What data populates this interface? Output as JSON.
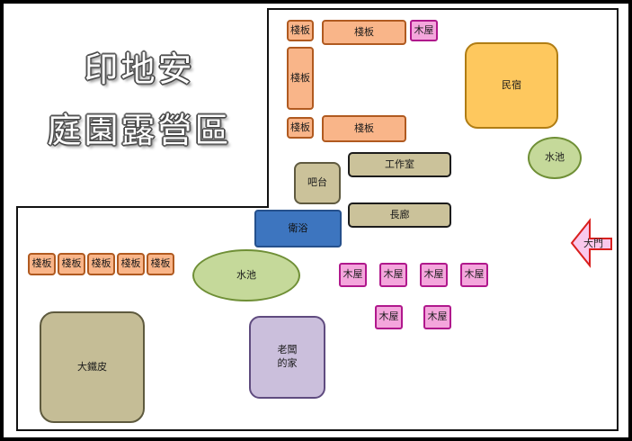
{
  "title": {
    "line1": "印地安",
    "line2": "庭園露營區"
  },
  "labels": {
    "deck": "棧板",
    "cabin": "木屋",
    "minsu": "民宿",
    "pond": "水池",
    "workshop": "工作室",
    "bar": "吧台",
    "bathroom": "衛浴",
    "corridor": "長廊",
    "iron_roof": "大鐵皮",
    "boss_home_line1": "老闆",
    "boss_home_line2": "的家",
    "gate": "大門"
  },
  "colors": {
    "deck": "#f9b589",
    "cabin": "#f4a6dc",
    "minsu": "#fec85e",
    "pond": "#c5d99a",
    "tan": "#cbc29a",
    "bathroom": "#3d75bf",
    "boss_home": "#cbbfdc",
    "gate_arrow": "#f9c8ec",
    "gate_arrow_border": "#d9201e"
  }
}
